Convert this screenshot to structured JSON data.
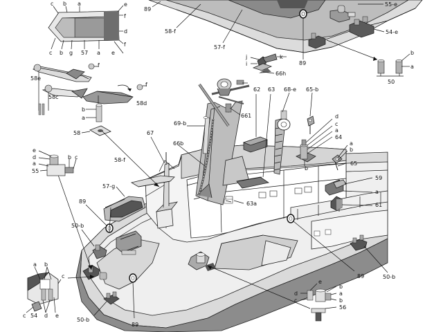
{
  "labels": {
    "l89_top": "89",
    "l58f_top": "58-f",
    "l57f": "57-f",
    "l89_b": "89",
    "l55e": "55-e",
    "l54e": "54-e",
    "l50": "50",
    "l50_b": "b",
    "l50_a": "a",
    "bt_c1": "c",
    "bt_b1": "b",
    "bt_a1": "a",
    "bt_e1": "e",
    "bt_f1": "f",
    "bt_d": "d",
    "bt_f2": "f",
    "bt_e2": "e",
    "bt_c2": "c",
    "bt_b2": "b",
    "bt_g": "g",
    "bt_57": "57",
    "bt_a2": "a",
    "l58e": "58e",
    "l58c": "58c",
    "l58d": "58d",
    "lf1": "f",
    "lf2": "f",
    "l58b": "b",
    "l58a": "a",
    "l58": "58",
    "lj": "j",
    "li": "i",
    "lk": "k",
    "l66h": "66h",
    "l62": "62",
    "l63": "63",
    "l68e": "68-e",
    "l65b": "65-b",
    "l661": "661",
    "l69b": "69-b",
    "l66b": "66b",
    "l67": "67",
    "r_d": "d",
    "r_c": "c",
    "r_a": "a",
    "r_64": "64",
    "r_b": "b",
    "r65_a": "a",
    "r65_b": "b",
    "l65": "65",
    "l59": "59",
    "l59a": "a",
    "l61": "61",
    "l63a": "63a",
    "l55_e": "e",
    "l55_d": "d",
    "l55_a": "a",
    "l55_b": "b",
    "l55_c": "c",
    "l55": "55",
    "l58f": "58-f",
    "l57g": "57-g",
    "l89_m": "89",
    "l50b_l": "50-b",
    "l89_r": "89",
    "l50b_r": "50-b",
    "l54_a": "a",
    "l54_b": "b",
    "l54_c": "c",
    "l54": "54",
    "l54_c2": "c",
    "l54_d": "d",
    "l54_e": "e",
    "l50b_bot": "50-b",
    "l89_bot": "89",
    "l56_d": "d",
    "l56_c": "c",
    "l56_e": "e",
    "l56_b1": "b",
    "l56_a": "a",
    "l56_b2": "b",
    "l56": "56"
  }
}
